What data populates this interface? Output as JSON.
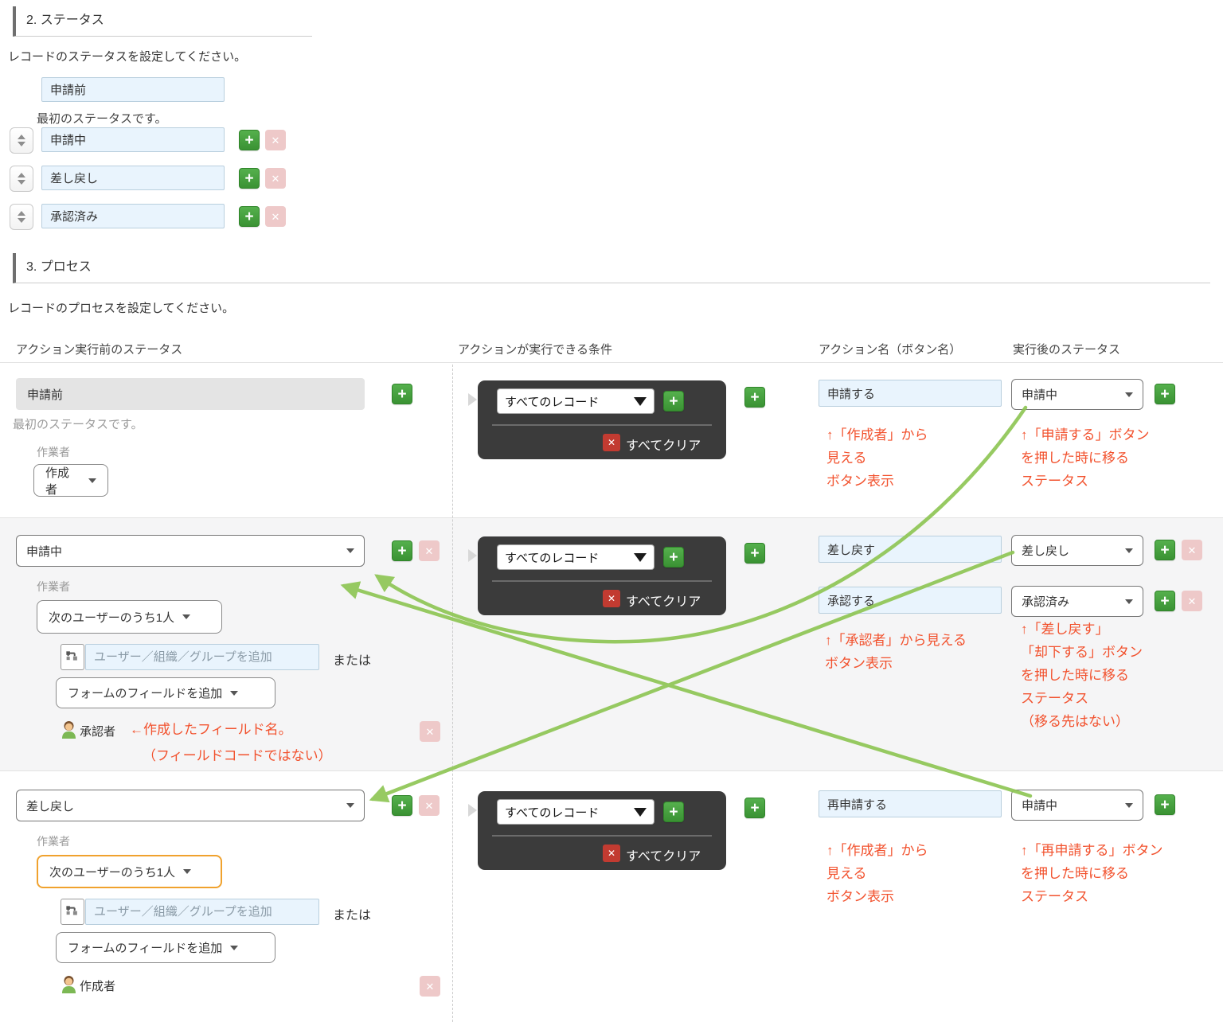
{
  "icons": {
    "plus": "+",
    "close": "✕"
  },
  "colors": {
    "arrow_green": "#8fc655",
    "annotation_red": "#f2522e",
    "add_button_green": "#3fa037",
    "remove_button_pink": "#eec9c9",
    "condition_box_dark": "#3b3b3b",
    "input_blue": "#e9f4fd"
  },
  "status_section": {
    "heading": "2. ステータス",
    "description": "レコードのステータスを設定してください。",
    "first_status": {
      "value": "申請前",
      "note": "最初のステータスです。"
    },
    "items": [
      {
        "value": "申請中"
      },
      {
        "value": "差し戻し"
      },
      {
        "value": "承認済み"
      }
    ]
  },
  "process_section": {
    "heading": "3. プロセス",
    "description": "レコードのプロセスを設定してください。",
    "columns": {
      "before": "アクション実行前のステータス",
      "condition": "アクションが実行できる条件",
      "action": "アクション名（ボタン名）",
      "after": "実行後のステータス"
    },
    "worker_label": "作業者",
    "rows": [
      {
        "before": "申請前",
        "before_note": "最初のステータスです。",
        "worker": "作成者",
        "condition": "すべてのレコード",
        "clear": "すべてクリア",
        "actions": [
          {
            "name": "申請する",
            "after": "申請中"
          }
        ],
        "note_action": "↑「作成者」から\n見える\nボタン表示",
        "note_after": "↑「申請する」ボタン\nを押した時に移る\nステータス"
      },
      {
        "before": "申請中",
        "worker": "次のユーザーのうち1人",
        "org_placeholder": "ユーザー／組織／グループを追加",
        "or": "または",
        "form_field": "フォームのフィールドを追加",
        "entity": "承認者",
        "entity_note_line1": "←作成したフィールド名。",
        "entity_note_line2": "（フィールドコードではない）",
        "condition": "すべてのレコード",
        "clear": "すべてクリア",
        "actions": [
          {
            "name": "差し戻す",
            "after": "差し戻し"
          },
          {
            "name": "承認する",
            "after": "承認済み"
          }
        ],
        "note_action": "↑「承認者」から見える\nボタン表示",
        "note_after": "↑「差し戻す」\n「却下する」ボタン\nを押した時に移る\nステータス\n（移る先はない）"
      },
      {
        "before": "差し戻し",
        "worker": "次のユーザーのうち1人",
        "org_placeholder": "ユーザー／組織／グループを追加",
        "or": "または",
        "form_field": "フォームのフィールドを追加",
        "entity": "作成者",
        "condition": "すべてのレコード",
        "clear": "すべてクリア",
        "actions": [
          {
            "name": "再申請する",
            "after": "申請中"
          }
        ],
        "note_action": "↑「作成者」から\n見える\nボタン表示",
        "note_after": "↑「再申請する」ボタン\nを押した時に移る\nステータス"
      }
    ]
  }
}
